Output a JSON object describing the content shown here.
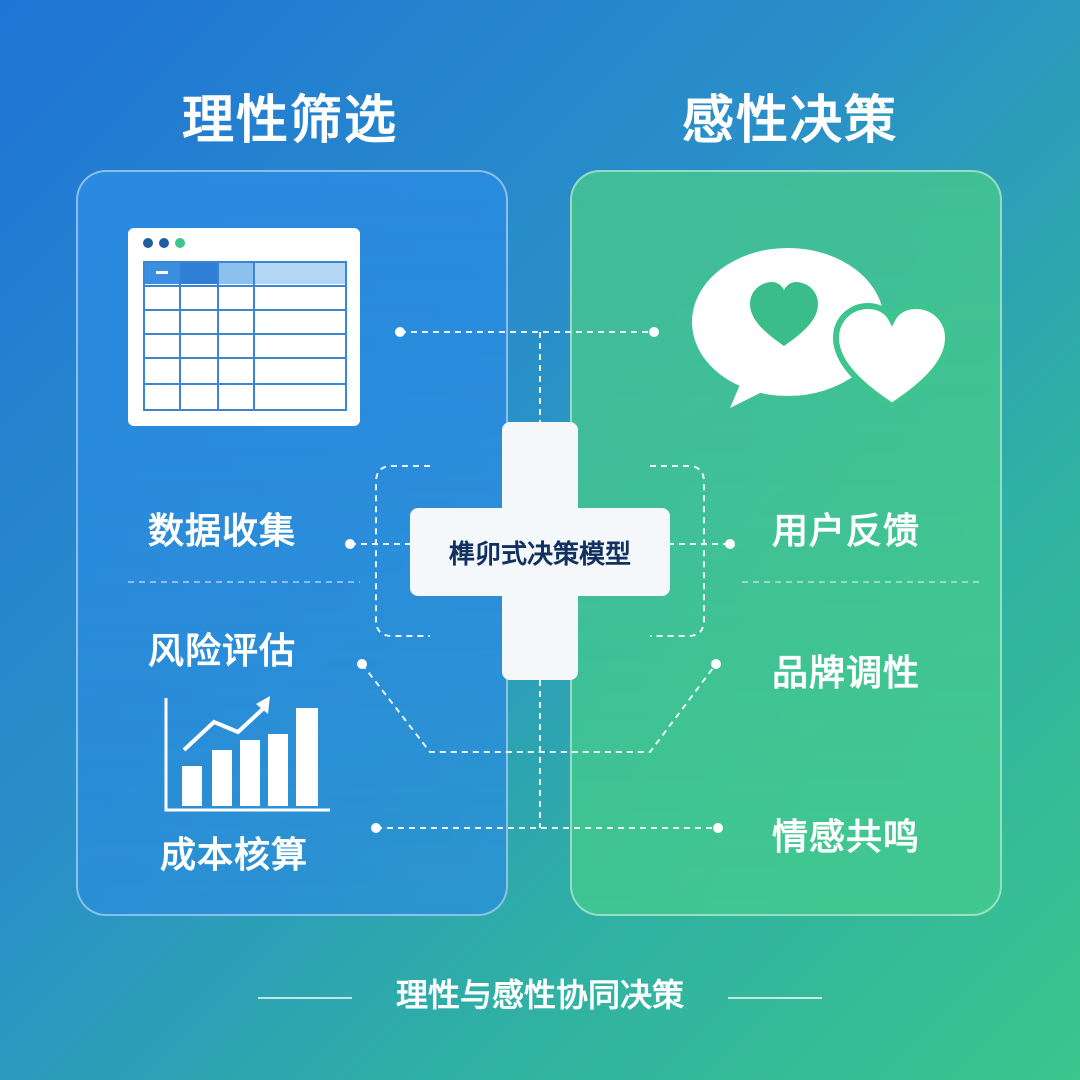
{
  "left": {
    "title": "理性筛选",
    "items": [
      "数据收集",
      "风险评估",
      "成本核算"
    ]
  },
  "right": {
    "title": "感性决策",
    "items": [
      "用户反馈",
      "品牌调性",
      "情感共鸣"
    ]
  },
  "center": {
    "label": "榫卯式决策模型"
  },
  "footer": {
    "text": "理性与感性协同决策"
  },
  "icons": {
    "left_top": "spreadsheet-icon",
    "left_bottom": "bar-chart-growth-icon",
    "right_top": "chat-hearts-icon",
    "center": "plus-cross-icon"
  },
  "colors": {
    "left_panel": "#2b8ce2",
    "right_panel": "#46c88c",
    "center_text": "#123060"
  }
}
